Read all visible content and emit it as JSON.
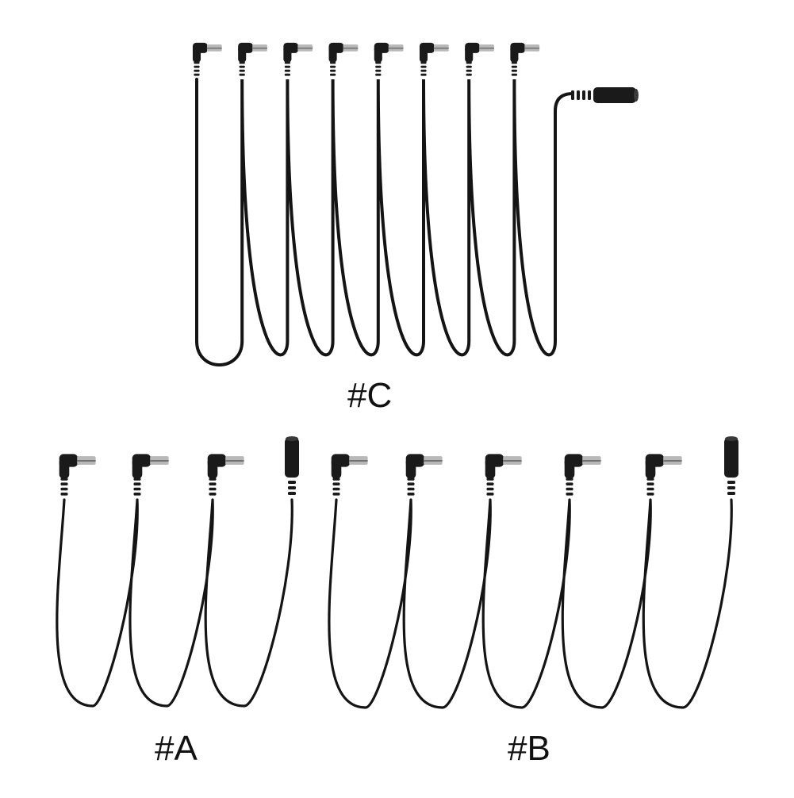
{
  "labels": {
    "c": "#C",
    "a": "#A",
    "b": "#B"
  },
  "colors": {
    "cable": "#141414",
    "plug_body": "#1a1a1a",
    "plug_tip": "#b8b8b8",
    "plug_tip_dark": "#6e6e6e"
  },
  "products": [
    {
      "name": "#C",
      "right_angle_plugs": 8,
      "female_jacks": 1
    },
    {
      "name": "#A",
      "right_angle_plugs": 3,
      "female_jacks": 1
    },
    {
      "name": "#B",
      "right_angle_plugs": 5,
      "female_jacks": 1
    }
  ]
}
